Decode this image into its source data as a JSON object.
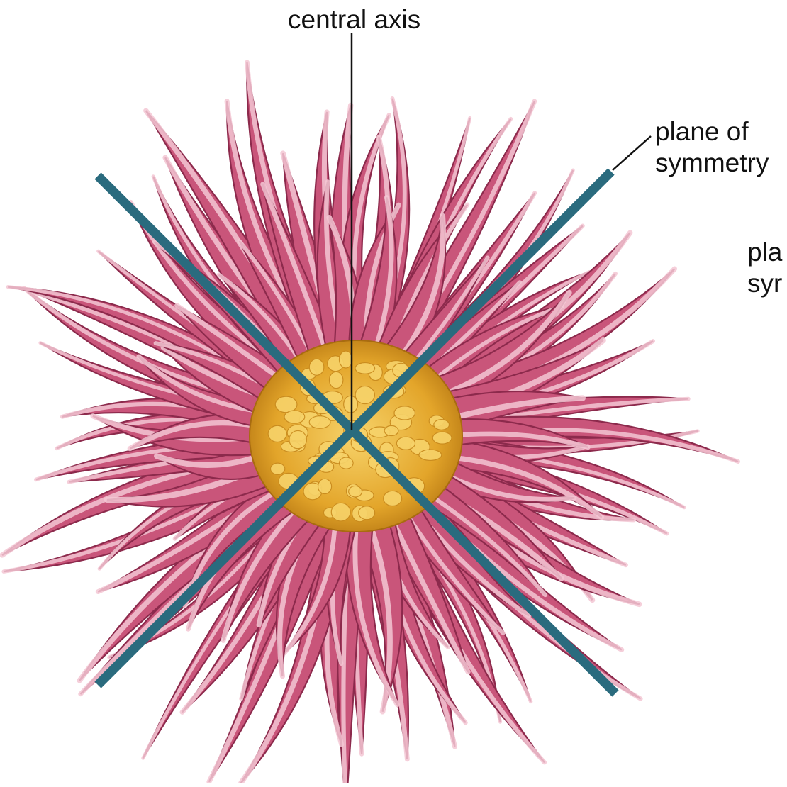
{
  "labels": {
    "central_axis": "central axis",
    "plane_right_line1": "plane of",
    "plane_right_line2": "symmetry",
    "plane_cut_line1": "pla",
    "plane_cut_line2": "syr"
  },
  "illustration": {
    "subject": "sea-anemone-icon",
    "colors": {
      "tentacle": "#c9557a",
      "tentacle_highlight": "#f3c7d3",
      "tentacle_dark": "#8c2a4c",
      "disc": "#e3a52a",
      "disc_highlight": "#f7d36a",
      "symmetry_line": "#2a6b7e",
      "leader_line": "#111111"
    }
  }
}
